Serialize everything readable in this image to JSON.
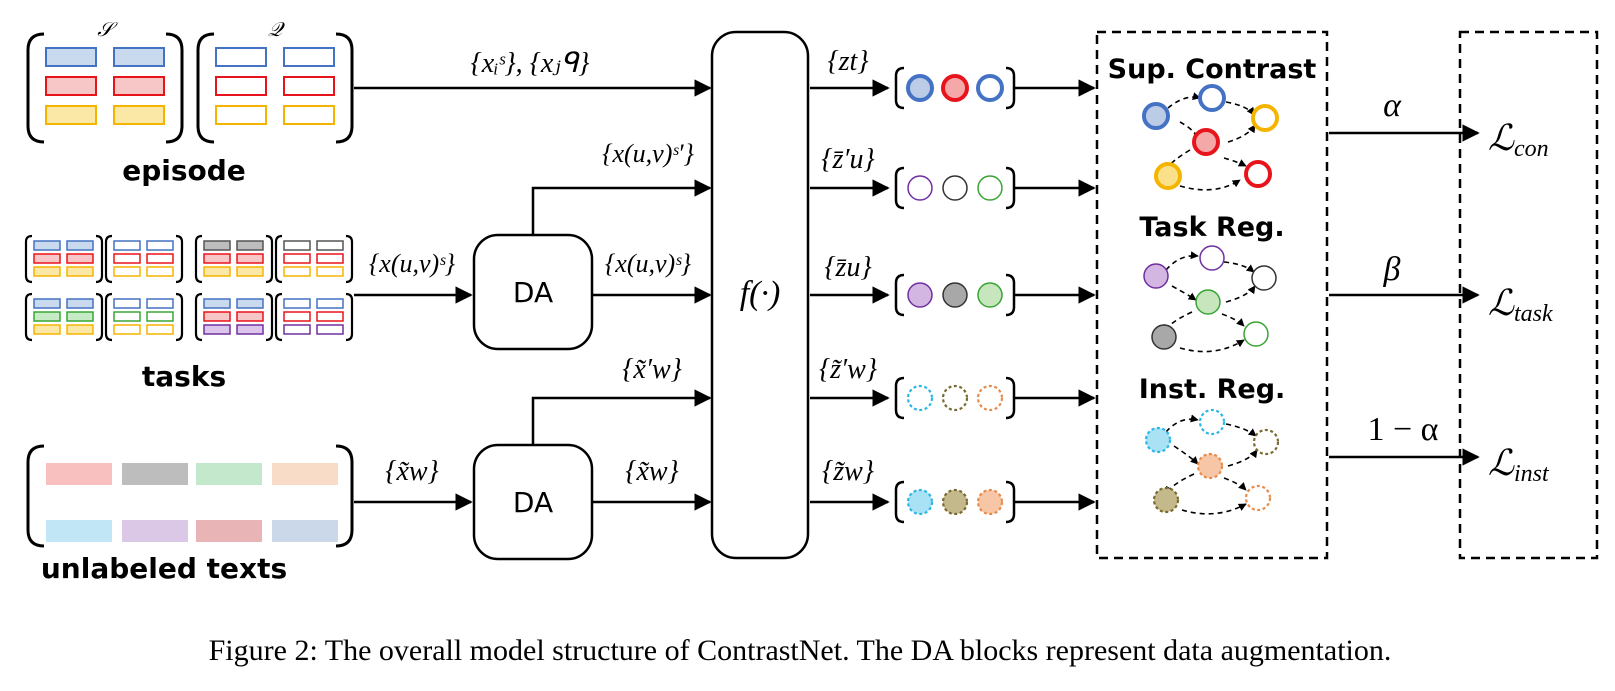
{
  "labels": {
    "episode": "episode",
    "tasks": "tasks",
    "unlabeled": "unlabeled texts",
    "support_symbol": "𝒮",
    "query_symbol": "𝒬",
    "da": "DA",
    "encoder": "f(·)",
    "sup_contrast": "Sup. Contrast",
    "task_reg": "Task Reg.",
    "inst_reg": "Inst. Reg."
  },
  "math": {
    "episode_inputs": "{xᵢˢ}, {xⱼᑫ}",
    "task_inputs": "{x(u,v)ˢ}",
    "task_aug_prime": "{x(u,v)ˢ′}",
    "task_aug": "{x(u,v)ˢ}",
    "unlabeled_inputs": "{x̃w}",
    "unlabeled_aug_prime": "{x̃′w}",
    "unlabeled_aug": "{x̃w}",
    "z_t": "{zt}",
    "z_u_prime": "{z̄′u}",
    "z_u": "{z̄u}",
    "z_w_prime": "{z̃′w}",
    "z_w": "{z̃w}"
  },
  "weights": {
    "alpha": "α",
    "beta": "β",
    "one_minus_alpha": "1 − α"
  },
  "losses": {
    "con_main": "ℒ",
    "con_sub": "con",
    "task_main": "ℒ",
    "task_sub": "task",
    "inst_main": "ℒ",
    "inst_sub": "inst"
  },
  "caption": "Figure 2: The overall model structure of ContrastNet. The DA blocks represent data augmentation.",
  "colors": {
    "blue": "#4472c4",
    "red": "#e8141c",
    "yellow": "#f5b400",
    "gray": "#555555",
    "green": "#3aa535",
    "purple": "#7030a0",
    "cyan": "#2ab7e6",
    "olive": "#7a6a30",
    "orange": "#e88a4a"
  }
}
